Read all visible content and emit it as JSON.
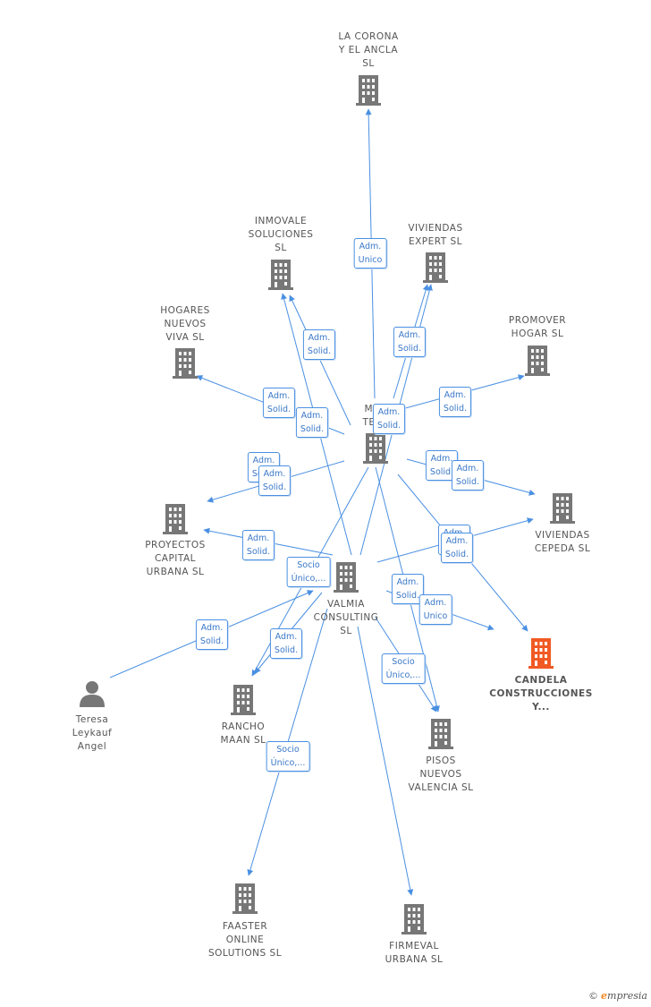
{
  "colors": {
    "edge": "#4a90e2",
    "node": "#777777",
    "focus": "#f15a24"
  },
  "nodes": [
    {
      "id": "la-corona",
      "label": [
        "LA CORONA",
        "Y EL ANCLA",
        "SL"
      ],
      "icon": "building-icon"
    },
    {
      "id": "inmovale",
      "label": [
        "INMOVALE",
        "SOLUCIONES",
        "SL"
      ],
      "icon": "building-icon"
    },
    {
      "id": "viviendas-expert",
      "label": [
        "VIVIENDAS",
        "EXPERT SL"
      ],
      "icon": "building-icon"
    },
    {
      "id": "hogares-nuevos",
      "label": [
        "HOGARES",
        "NUEVOS",
        "VIVA SL"
      ],
      "icon": "building-icon"
    },
    {
      "id": "promover-hogar",
      "label": [
        "PROMOVER",
        "HOGAR SL"
      ],
      "icon": "building-icon"
    },
    {
      "id": "mar-teresa",
      "label": [
        "MAR",
        "TERE"
      ],
      "icon": "building-icon"
    },
    {
      "id": "viviendas-cepeda",
      "label": [
        "VIVIENDAS",
        "CEPEDA SL"
      ],
      "icon": "building-icon"
    },
    {
      "id": "proyectos-capital",
      "label": [
        "PROYECTOS",
        "CAPITAL",
        "URBANA SL"
      ],
      "icon": "building-icon"
    },
    {
      "id": "valmia",
      "label": [
        "VALMIA",
        "CONSULTING",
        "SL"
      ],
      "icon": "building-icon"
    },
    {
      "id": "candela",
      "label": [
        "CANDELA",
        "CONSTRUCCIONES",
        "Y..."
      ],
      "icon": "building-icon",
      "focus": true
    },
    {
      "id": "teresa",
      "label": [
        "Teresa",
        "Leykauf",
        "Angel"
      ],
      "icon": "person-icon"
    },
    {
      "id": "rancho-maan",
      "label": [
        "RANCHO",
        "MAAN SL"
      ],
      "icon": "building-icon"
    },
    {
      "id": "pisos-nuevos",
      "label": [
        "PISOS",
        "NUEVOS",
        "VALENCIA SL"
      ],
      "icon": "building-icon"
    },
    {
      "id": "faaster",
      "label": [
        "FAASTER",
        "ONLINE",
        "SOLUTIONS SL"
      ],
      "icon": "building-icon"
    },
    {
      "id": "firmeval",
      "label": [
        "FIRMEVAL",
        "URBANA SL"
      ],
      "icon": "building-icon"
    }
  ],
  "edge_labels": [
    [
      "Adm.",
      "Unico"
    ],
    [
      "Adm.",
      "Solid."
    ],
    [
      "Adm.",
      "Solid."
    ],
    [
      "Adm.",
      "Solid."
    ],
    [
      "Adm.",
      "Solid."
    ],
    [
      "Adm.",
      "Solid."
    ],
    [
      "Adm.",
      "Solid."
    ],
    [
      "Adm.",
      "Solid."
    ],
    [
      "Adm.",
      "Solid."
    ],
    [
      "Adm.",
      "Solid."
    ],
    [
      "Adm.",
      "Solid."
    ],
    [
      "Adm.",
      "Solid."
    ],
    [
      "Socio",
      "Único,..."
    ],
    [
      "Adm.",
      "Solid."
    ],
    [
      "Adm.",
      "Solid."
    ],
    [
      "Adm.",
      "Solid."
    ],
    [
      "Adm.",
      "Unico"
    ],
    [
      "Adm.",
      "Solid."
    ],
    [
      "Adm.",
      "Solid."
    ],
    [
      "Socio",
      "Único,..."
    ],
    [
      "Socio",
      "Único,..."
    ]
  ],
  "brand": {
    "copyright": "©",
    "initial": "e",
    "rest": "mpresia"
  }
}
